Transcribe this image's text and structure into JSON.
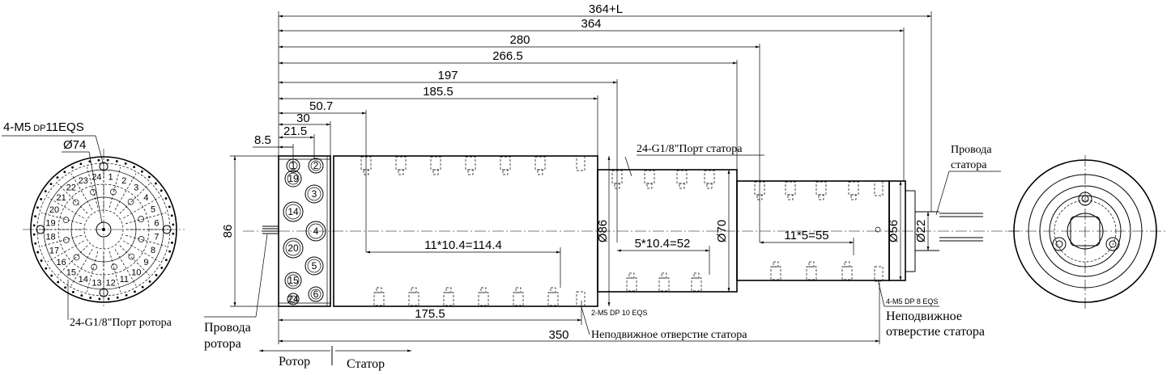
{
  "dimensions": {
    "d364L": "364+L",
    "d364": "364",
    "d280": "280",
    "d266": "266.5",
    "d197": "197",
    "d185": "185.5",
    "d50": "50.7",
    "d30": "30",
    "d21": "21.5",
    "d8": "8.5",
    "d86": "86",
    "d_dia86": "Ø86",
    "d_dia70": "Ø70",
    "d_dia56": "Ø56",
    "d_dia22": "Ø22",
    "d_pitch1": "11*10.4=114.4",
    "d_pitch2": "5*10.4=52",
    "d_pitch3": "11*5=55",
    "d175": "175.5",
    "d350": "350"
  },
  "left_view": {
    "hole_spec_1": "4-M5",
    "hole_spec_dp": "DP",
    "hole_spec_2": "11EQS",
    "diameter": "Ø74",
    "port_label": "24-G1/8\"Порт ротора",
    "outer_numbers": [
      "1",
      "2",
      "3",
      "4",
      "5",
      "6",
      "7",
      "8",
      "9",
      "10",
      "11",
      "12",
      "13",
      "14",
      "15",
      "16",
      "17",
      "18",
      "19",
      "20",
      "21",
      "22",
      "23",
      "24"
    ]
  },
  "labels": {
    "stator_port": "24-G1/8\"Порт статора",
    "stator_wires_1": "Провода",
    "stator_wires_2": "статора",
    "rotor_wires_1": "Провода",
    "rotor_wires_2": "ротора",
    "fixed_hole_small": "2-M5 DP 10 EQS",
    "fixed_hole_label": "Неподвижное отверстие статора",
    "right_hole_small": "4-M5 DP 8 EQS",
    "right_fixed_1": "Неподвижное",
    "right_fixed_2": "отверстие статора",
    "rotor": "Ротор",
    "stator": "Статор"
  },
  "front_ports": [
    "1",
    "2",
    "19",
    "3",
    "14",
    "4",
    "20",
    "5",
    "15",
    "6",
    "24"
  ]
}
